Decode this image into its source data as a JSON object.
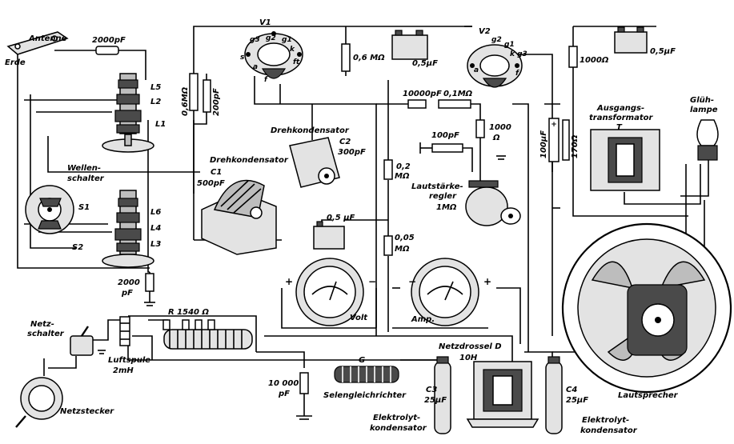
{
  "labels": {
    "antenne": "Antenne",
    "erde": "Erde",
    "c_ant": "2000pF",
    "l5": "L5",
    "l2": "L2",
    "l1": "L1",
    "l6": "L6",
    "l4": "L4",
    "l3": "L3",
    "wellenschalter_1": "Wellen-",
    "wellenschalter_2": "schalter",
    "s1": "S1",
    "s2": "S2",
    "c_bottom_1": "2000",
    "c_bottom_2": "pF",
    "r_grid": "0,6MΩ",
    "c_grid": "200pF",
    "v1": "V1",
    "v2": "V2",
    "v1_g3": "g3",
    "v1_g2": "g2",
    "v1_g1": "g1",
    "v1_s": "s",
    "v1_k": "k",
    "v1_f": "f",
    "v1_a": "a",
    "v1_ft": "ft",
    "v2_g2": "g2",
    "v2_g1": "g1",
    "v2_kg3": "k g3",
    "v2_a": "a",
    "v2_f": "f",
    "r_06": "0,6 MΩ",
    "batt1_cap": "0,5µF",
    "r_1000": "1000Ω",
    "batt2_cap": "0,5µF",
    "c_10000": "10000pF",
    "r_01": "0,1MΩ",
    "c_100pf": "100pF",
    "r_1000_2a": "1000",
    "r_1000_2b": "Ω",
    "c_100uf": "100µF",
    "r_170": "170Ω",
    "drehkond2_1": "Drehkondensator",
    "drehkond2_2": "C2",
    "drehkond2_3": "300pF",
    "drehkond1_1": "Drehkondensator",
    "drehkond1_2": "C1",
    "drehkond1_3": "500pF",
    "r_02a": "0,2",
    "r_02b": "MΩ",
    "r_005a": "0,05",
    "r_005b": "MΩ",
    "c_05": "0,5 µF",
    "lautst_1": "Lautstärke-",
    "lautst_2": "regler",
    "lautst_3": "1MΩ",
    "ausgang_1": "Ausgangs-",
    "ausgang_2": "transformator",
    "ausgang_3": "T",
    "gluehlampe_1": "Glüh-",
    "gluehlampe_2": "lampe",
    "volt": "Volt",
    "amp": "Amp.",
    "plus": "+",
    "minus": "−",
    "netzschalter_1": "Netz-",
    "netzschalter_2": "schalter",
    "netzstecker": "Netzstecker",
    "luftspule_1": "Luftspule",
    "luftspule_2": "2mH",
    "r_1540": "R  1540 Ω",
    "c_10000_2a": "10 000",
    "c_10000_2b": "pF",
    "g": "G",
    "selen": "Selengleichrichter",
    "netzdrossel": "Netzdrossel D",
    "10h": "10H",
    "c3_1": "C3",
    "c3_2": "25µF",
    "c4_1": "C4",
    "c4_2": "25µF",
    "elko_1": "Elektrolyt-",
    "elko_2": "kondensator",
    "lautsprecher": "Lautsprecher"
  }
}
